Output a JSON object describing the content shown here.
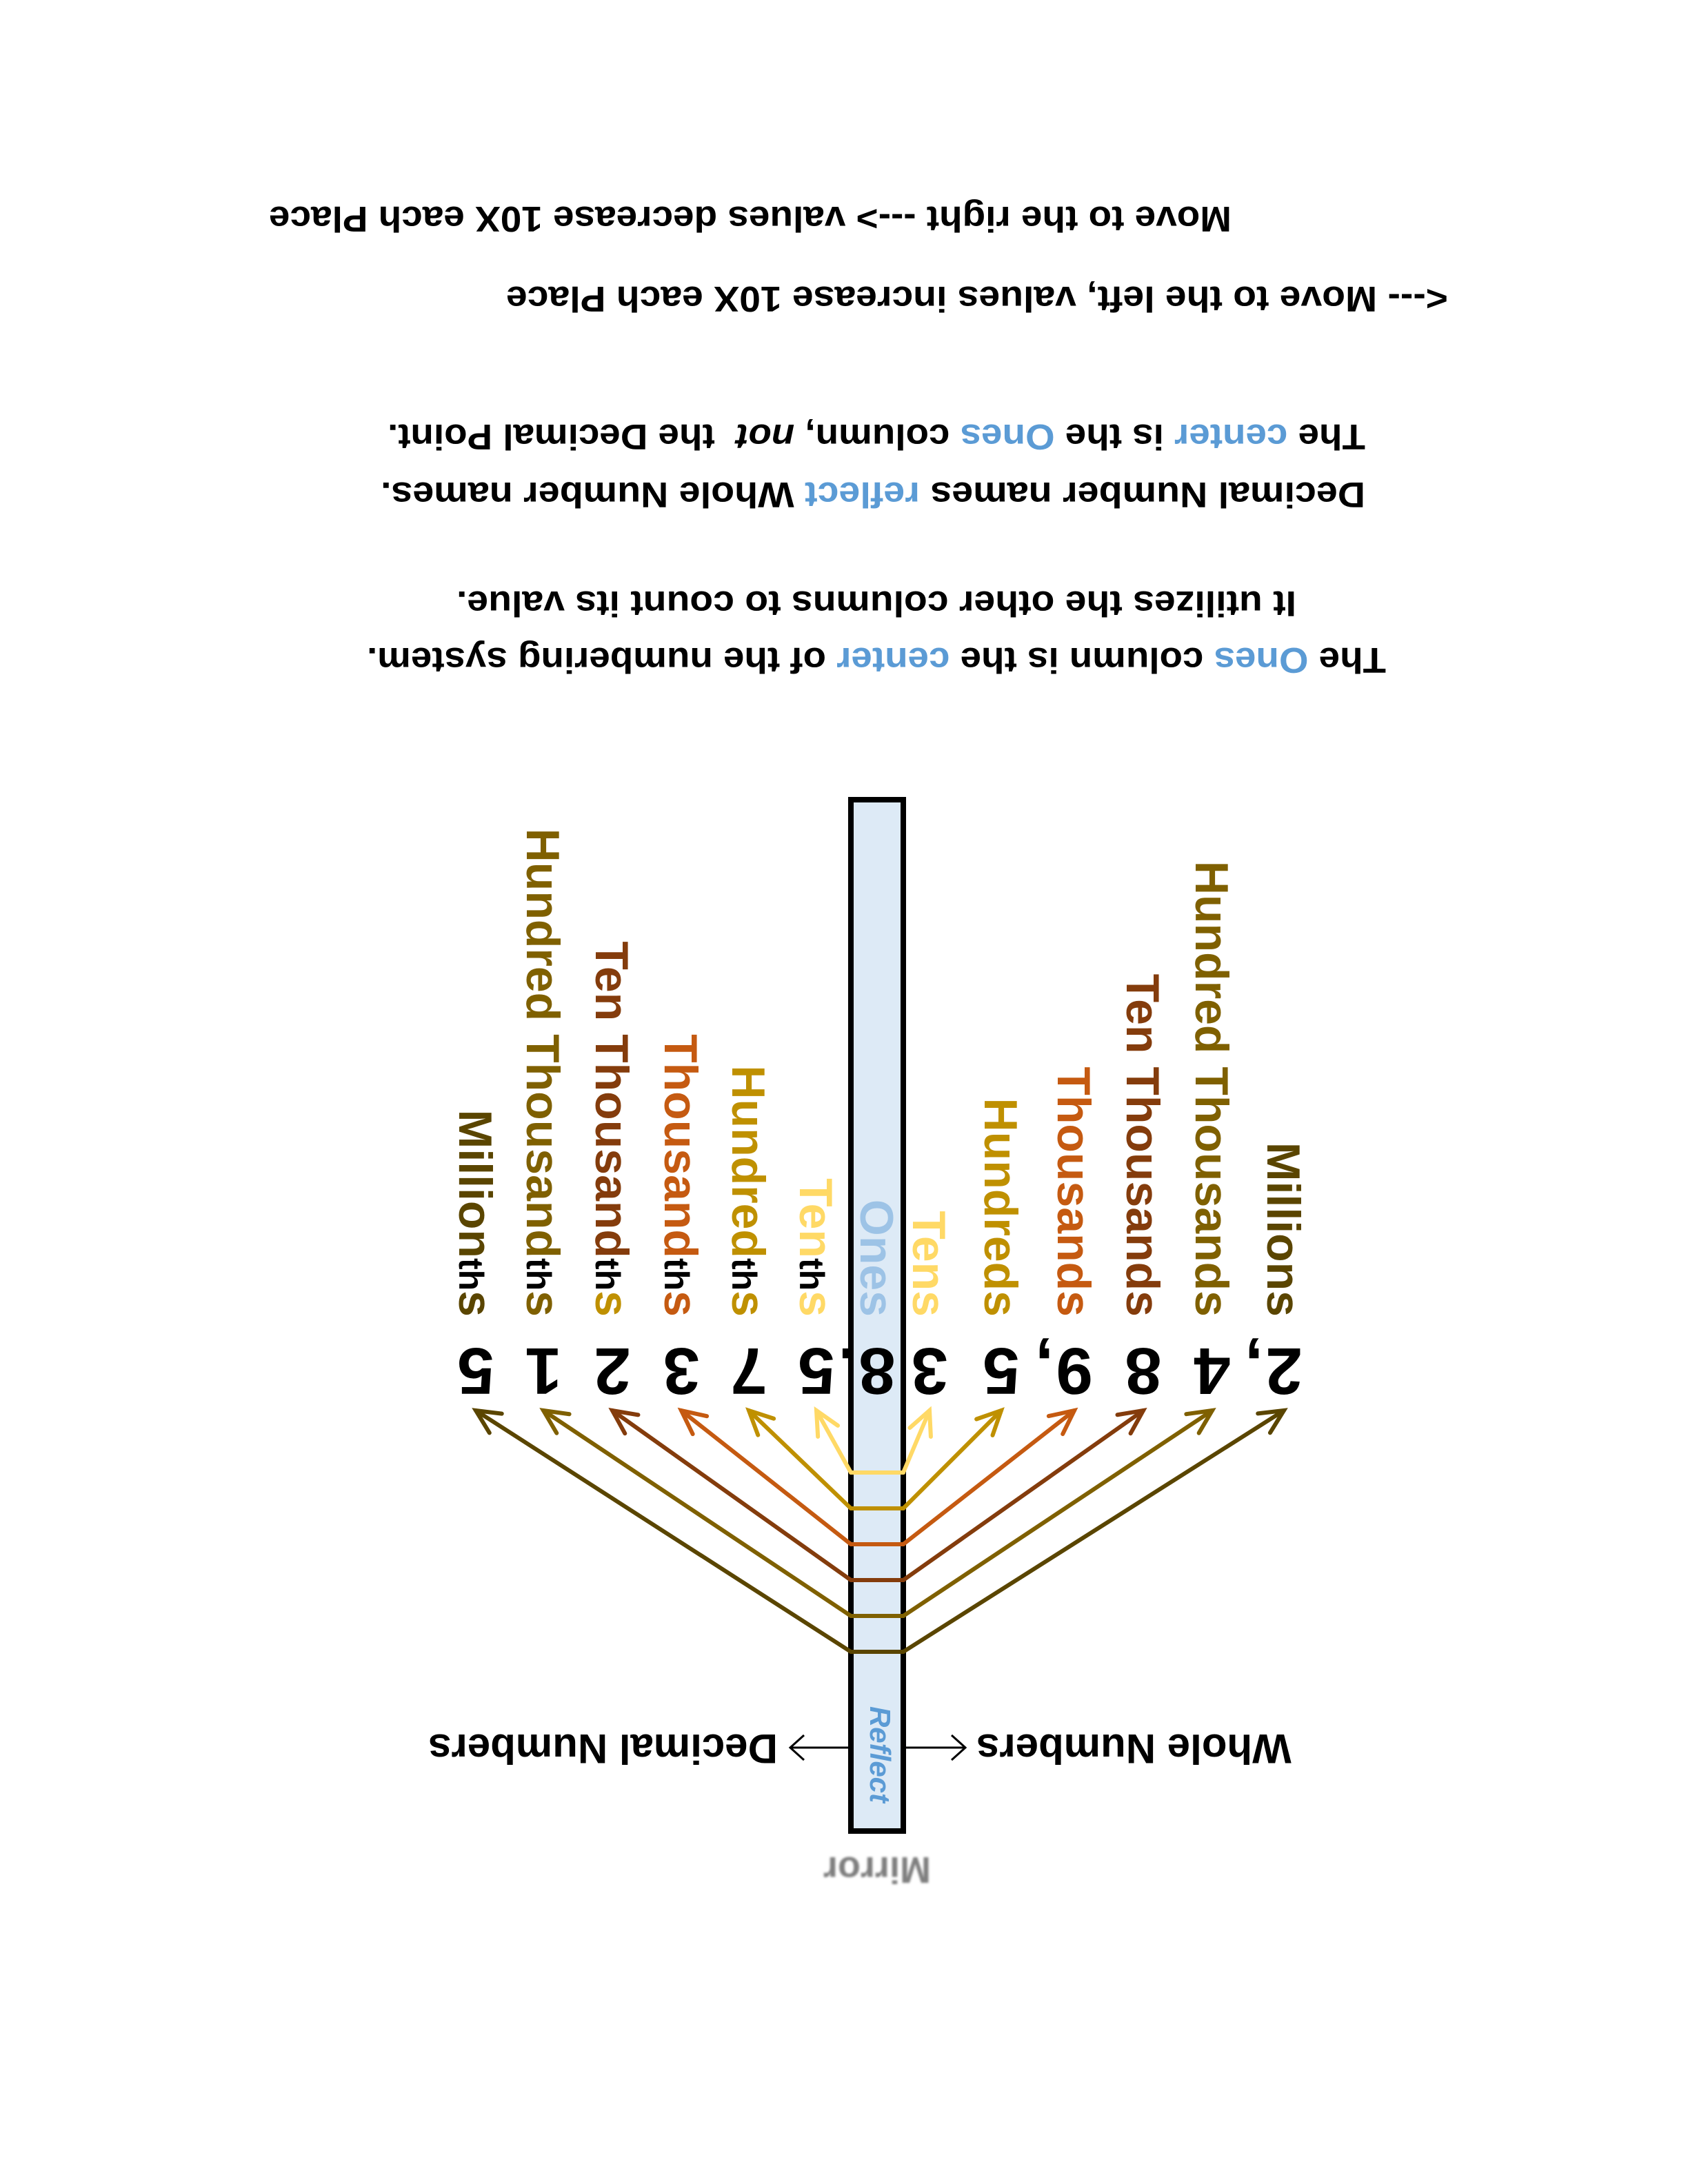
{
  "mirror_label": "Mirror",
  "reflect_label": "Reflect",
  "whole_numbers_label": "Whole Numbers",
  "decimal_numbers_label": "Decimal Numbers",
  "colors": {
    "accent_blue": "#5b9bd5",
    "ones_blue": "#9dc3e6",
    "mirror_fill": "#ddeaf6",
    "mirror_gray": "#7f7f7f"
  },
  "columns": [
    {
      "digit": "2",
      "punct": ",",
      "side": "whole",
      "color": "#5a4500",
      "label": [
        {
          "t": "Millions",
          "c": "#5a4500"
        }
      ]
    },
    {
      "digit": "4",
      "punct": "",
      "side": "whole",
      "color": "#7f6000",
      "label": [
        {
          "t": "Hundred Thousands",
          "c": "#7f6000"
        }
      ]
    },
    {
      "digit": "8",
      "punct": "",
      "side": "whole",
      "color": "#843c0c",
      "label": [
        {
          "t": "Ten Thousands",
          "c": "#843c0c"
        }
      ]
    },
    {
      "digit": "9",
      "punct": ",",
      "side": "whole",
      "color": "#c55a11",
      "label": [
        {
          "t": "Thousands",
          "c": "#c55a11"
        }
      ]
    },
    {
      "digit": "5",
      "punct": "",
      "side": "whole",
      "color": "#bf9000",
      "label": [
        {
          "t": "Hundreds",
          "c": "#bf9000"
        }
      ]
    },
    {
      "digit": "3",
      "punct": "",
      "side": "whole",
      "color": "#ffd966",
      "label": [
        {
          "t": "Tens",
          "c": "#ffd966"
        }
      ]
    },
    {
      "digit": "8",
      "punct": ".",
      "side": "ones",
      "color": "#9dc3e6",
      "label": [
        {
          "t": "Ones",
          "c": "#9dc3e6"
        }
      ]
    },
    {
      "digit": "5",
      "punct": "",
      "side": "decimal",
      "color": "#ffd966",
      "label": [
        {
          "t": "Ten",
          "c": "#ffd966"
        },
        {
          "t": "th",
          "c": "#000000",
          "small": true
        },
        {
          "t": "s",
          "c": "#ffd966"
        }
      ]
    },
    {
      "digit": "7",
      "punct": "",
      "side": "decimal",
      "color": "#bf9000",
      "label": [
        {
          "t": "Hundred",
          "c": "#bf9000"
        },
        {
          "t": "th",
          "c": "#000000",
          "small": true
        },
        {
          "t": "s",
          "c": "#bf9000"
        }
      ]
    },
    {
      "digit": "3",
      "punct": "",
      "side": "decimal",
      "color": "#c55a11",
      "label": [
        {
          "t": "Thousand",
          "c": "#c55a11"
        },
        {
          "t": "th",
          "c": "#000000",
          "small": true
        },
        {
          "t": "s",
          "c": "#c55a11"
        }
      ]
    },
    {
      "digit": "2",
      "punct": "",
      "side": "decimal",
      "color": "#843c0c",
      "label": [
        {
          "t": "Ten Thousand",
          "c": "#843c0c"
        },
        {
          "t": "th",
          "c": "#000000",
          "small": true
        },
        {
          "t": "s",
          "c": "#bf9000"
        }
      ]
    },
    {
      "digit": "1",
      "punct": "",
      "side": "decimal",
      "color": "#7f6000",
      "label": [
        {
          "t": "Hundred Thousand",
          "c": "#7f6000"
        },
        {
          "t": "th",
          "c": "#000000",
          "small": true
        },
        {
          "t": "s",
          "c": "#7f6000"
        }
      ]
    },
    {
      "digit": "5",
      "punct": "",
      "side": "decimal",
      "color": "#5a4500",
      "label": [
        {
          "t": "Million",
          "c": "#5a4500"
        },
        {
          "t": "th",
          "c": "#000000",
          "small": true
        },
        {
          "t": "s",
          "c": "#5a4500"
        }
      ]
    }
  ],
  "paragraphs": {
    "p1": {
      "a": "The ",
      "b": "Ones",
      "c": " column is the ",
      "d": "center",
      "e": " of the numbering system."
    },
    "p2": "It utilizes the other columns to count its value.",
    "p3": {
      "a": "Decimal Number names ",
      "b": "reflect",
      "c": " Whole Number names."
    },
    "p4": {
      "a": "The ",
      "b": "center",
      "c": " is the ",
      "d": "Ones",
      "e": " column, ",
      "f": "not",
      "g": "  the Decimal Point."
    },
    "p5": "<--- Move to the left, values increase 10X each Place",
    "p6": "Move to the right ---> values decrease 10X each Place"
  }
}
